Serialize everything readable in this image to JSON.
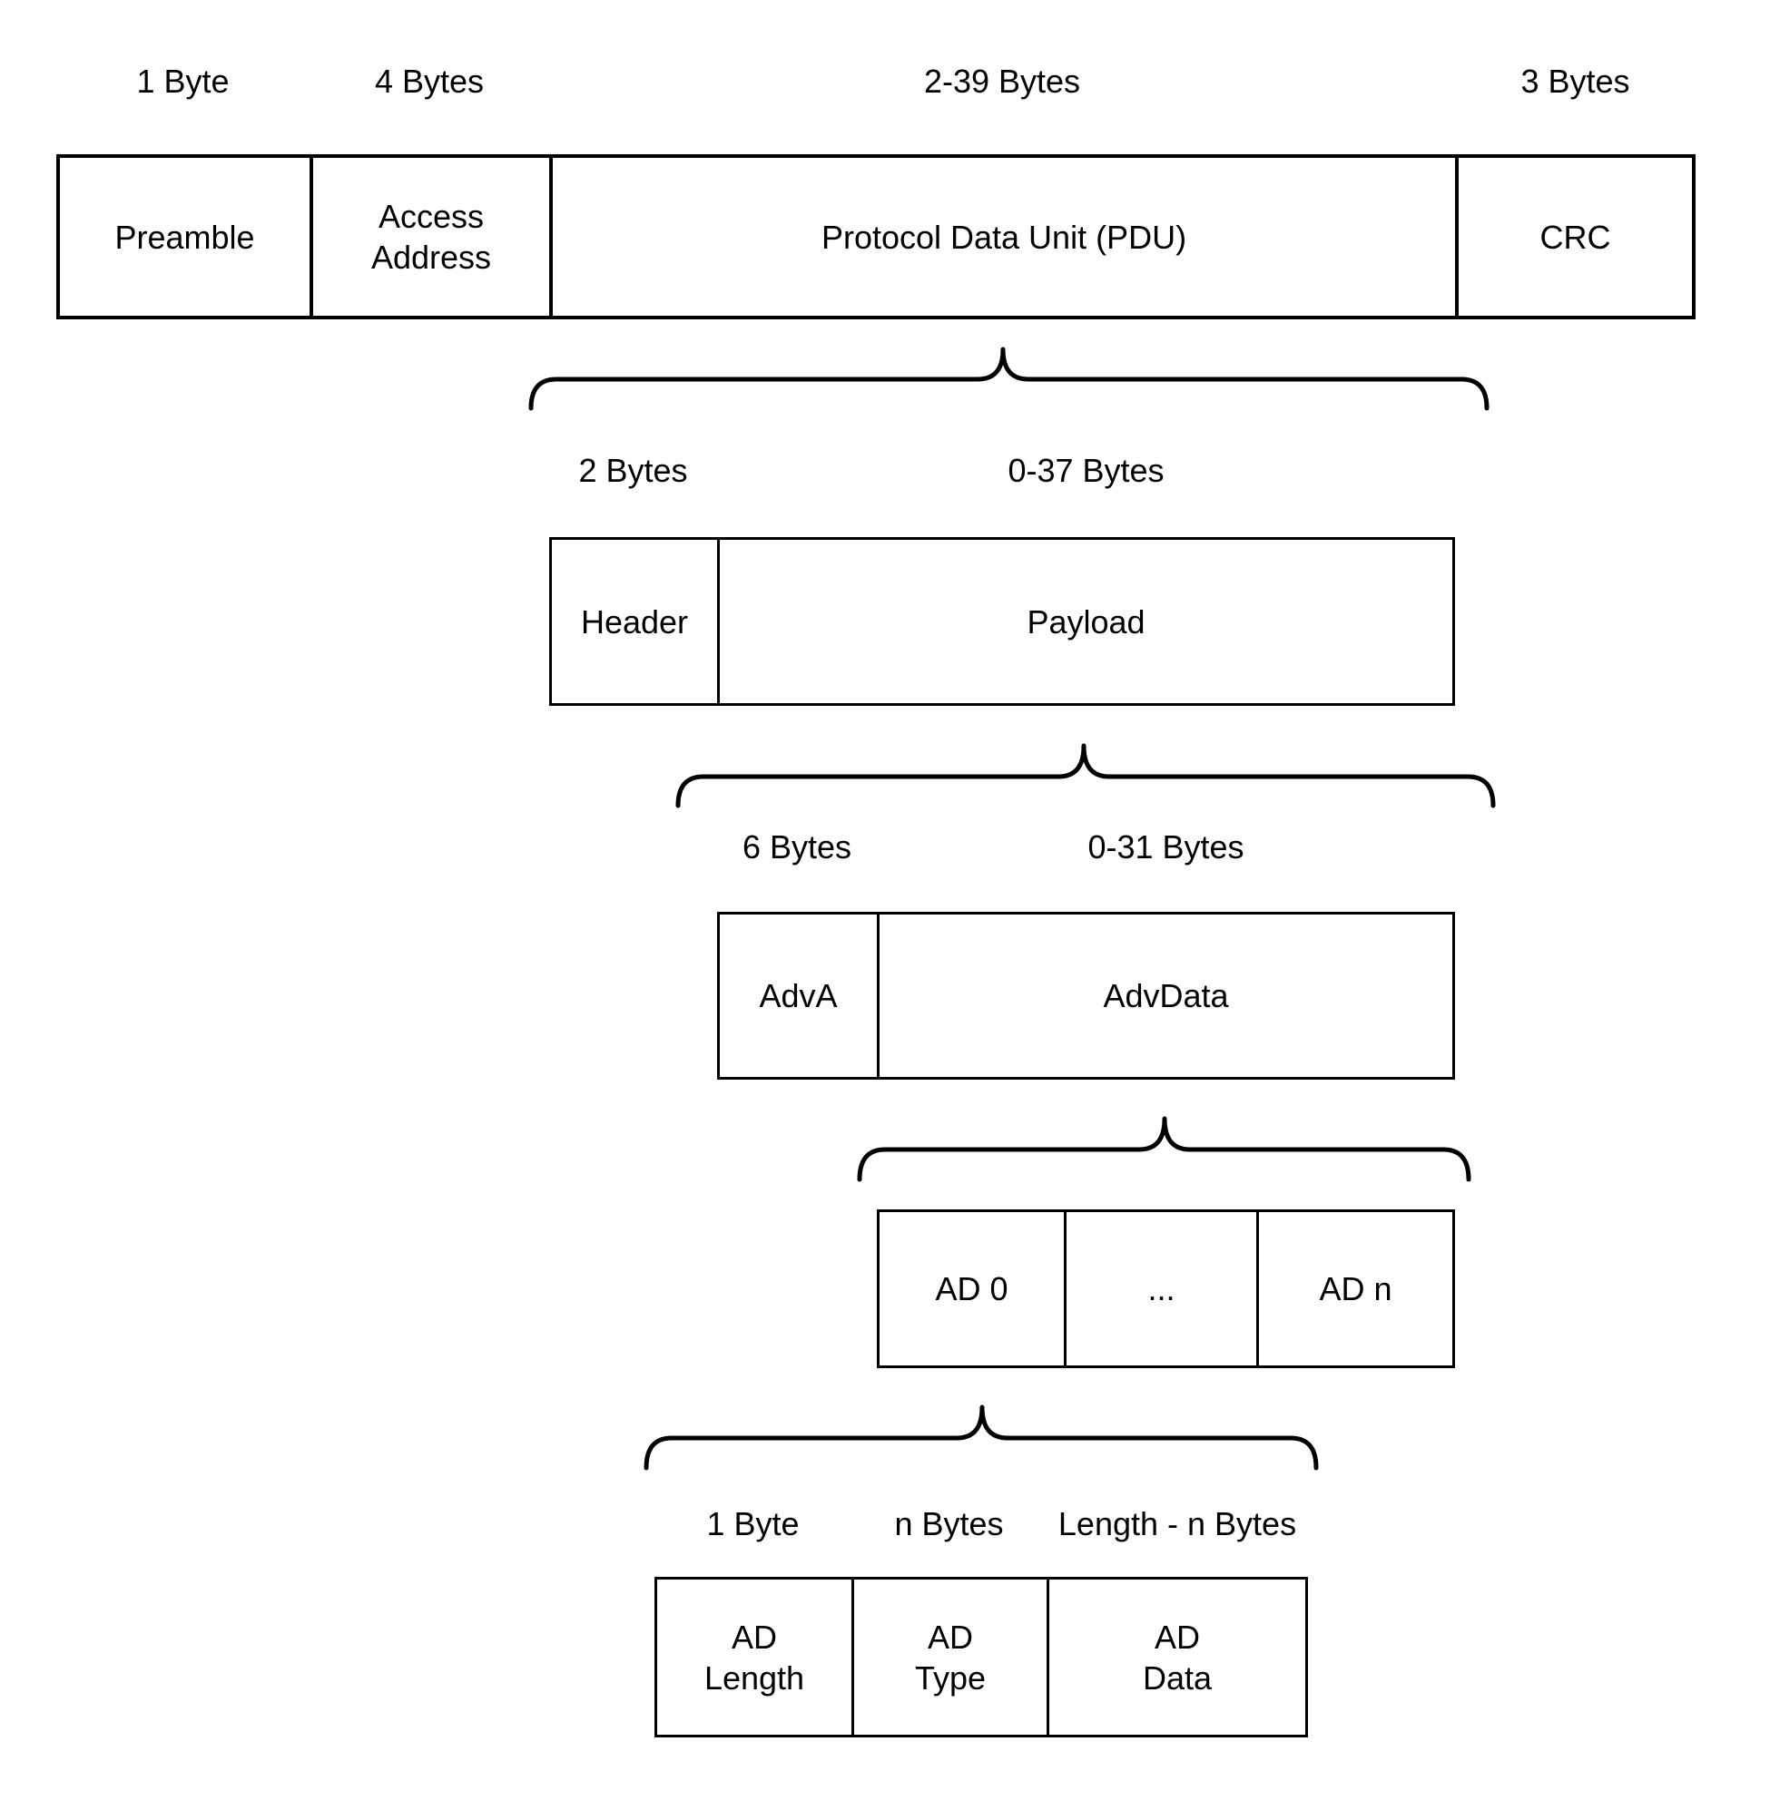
{
  "levels": [
    {
      "name": "packet",
      "fields": [
        {
          "label": "Preamble",
          "size": "1 Byte"
        },
        {
          "label": "Access\nAddress",
          "size": "4 Bytes"
        },
        {
          "label": "Protocol Data Unit (PDU)",
          "size": "2-39 Bytes"
        },
        {
          "label": "CRC",
          "size": "3 Bytes"
        }
      ]
    },
    {
      "name": "pdu",
      "fields": [
        {
          "label": "Header",
          "size": "2 Bytes"
        },
        {
          "label": "Payload",
          "size": "0-37 Bytes"
        }
      ]
    },
    {
      "name": "payload",
      "fields": [
        {
          "label": "AdvA",
          "size": "6 Bytes"
        },
        {
          "label": "AdvData",
          "size": "0-31 Bytes"
        }
      ]
    },
    {
      "name": "advdata",
      "fields": [
        {
          "label": "AD 0"
        },
        {
          "label": "..."
        },
        {
          "label": "AD n"
        }
      ]
    },
    {
      "name": "ad-structure",
      "fields": [
        {
          "label": "AD\nLength",
          "size": "1 Byte"
        },
        {
          "label": "AD\nType",
          "size": "n Bytes"
        },
        {
          "label": "AD\nData",
          "size": "Length - n Bytes"
        }
      ]
    }
  ]
}
